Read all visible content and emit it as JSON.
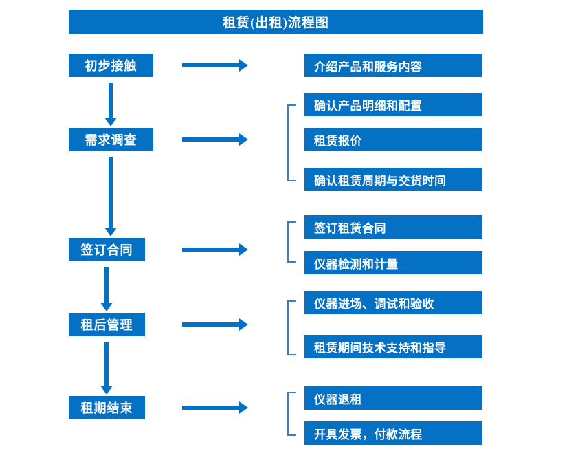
{
  "title": "租赁(出租)流程图",
  "colors": {
    "box_fill": "#0571c4",
    "box_text": "#ffffff",
    "arrow": "#0571c4",
    "bracket": "#3a7fc1",
    "background": "#ffffff"
  },
  "stages": [
    {
      "label": "初步接触"
    },
    {
      "label": "需求调查"
    },
    {
      "label": "签订合同"
    },
    {
      "label": "租后管理"
    },
    {
      "label": "租期结束"
    }
  ],
  "details": [
    {
      "label": "介绍产品和服务内容"
    },
    {
      "label": "确认产品明细和配置"
    },
    {
      "label": "租赁报价"
    },
    {
      "label": "确认租赁周期与交货时间"
    },
    {
      "label": "签订租赁合同"
    },
    {
      "label": "仪器检测和计量"
    },
    {
      "label": "仪器进场、调试和验收"
    },
    {
      "label": "租赁期间技术支持和指导"
    },
    {
      "label": "仪器退租"
    },
    {
      "label": "开具发票，付款流程"
    }
  ],
  "groups": [
    {
      "stage": "需求调查",
      "detail_labels": [
        "确认产品明细和配置",
        "租赁报价",
        "确认租赁周期与交货时间"
      ]
    },
    {
      "stage": "签订合同",
      "detail_labels": [
        "签订租赁合同",
        "仪器检测和计量"
      ]
    },
    {
      "stage": "租后管理",
      "detail_labels": [
        "仪器进场、调试和验收",
        "租赁期间技术支持和指导"
      ]
    },
    {
      "stage": "租期结束",
      "detail_labels": [
        "仪器退租",
        "开具发票，付款流程"
      ]
    }
  ],
  "connectors": {
    "horizontal_arrow_icon": "arrow-right-icon",
    "vertical_arrow_icon": "arrow-down-icon",
    "bracket_icon": "group-bracket-icon"
  }
}
